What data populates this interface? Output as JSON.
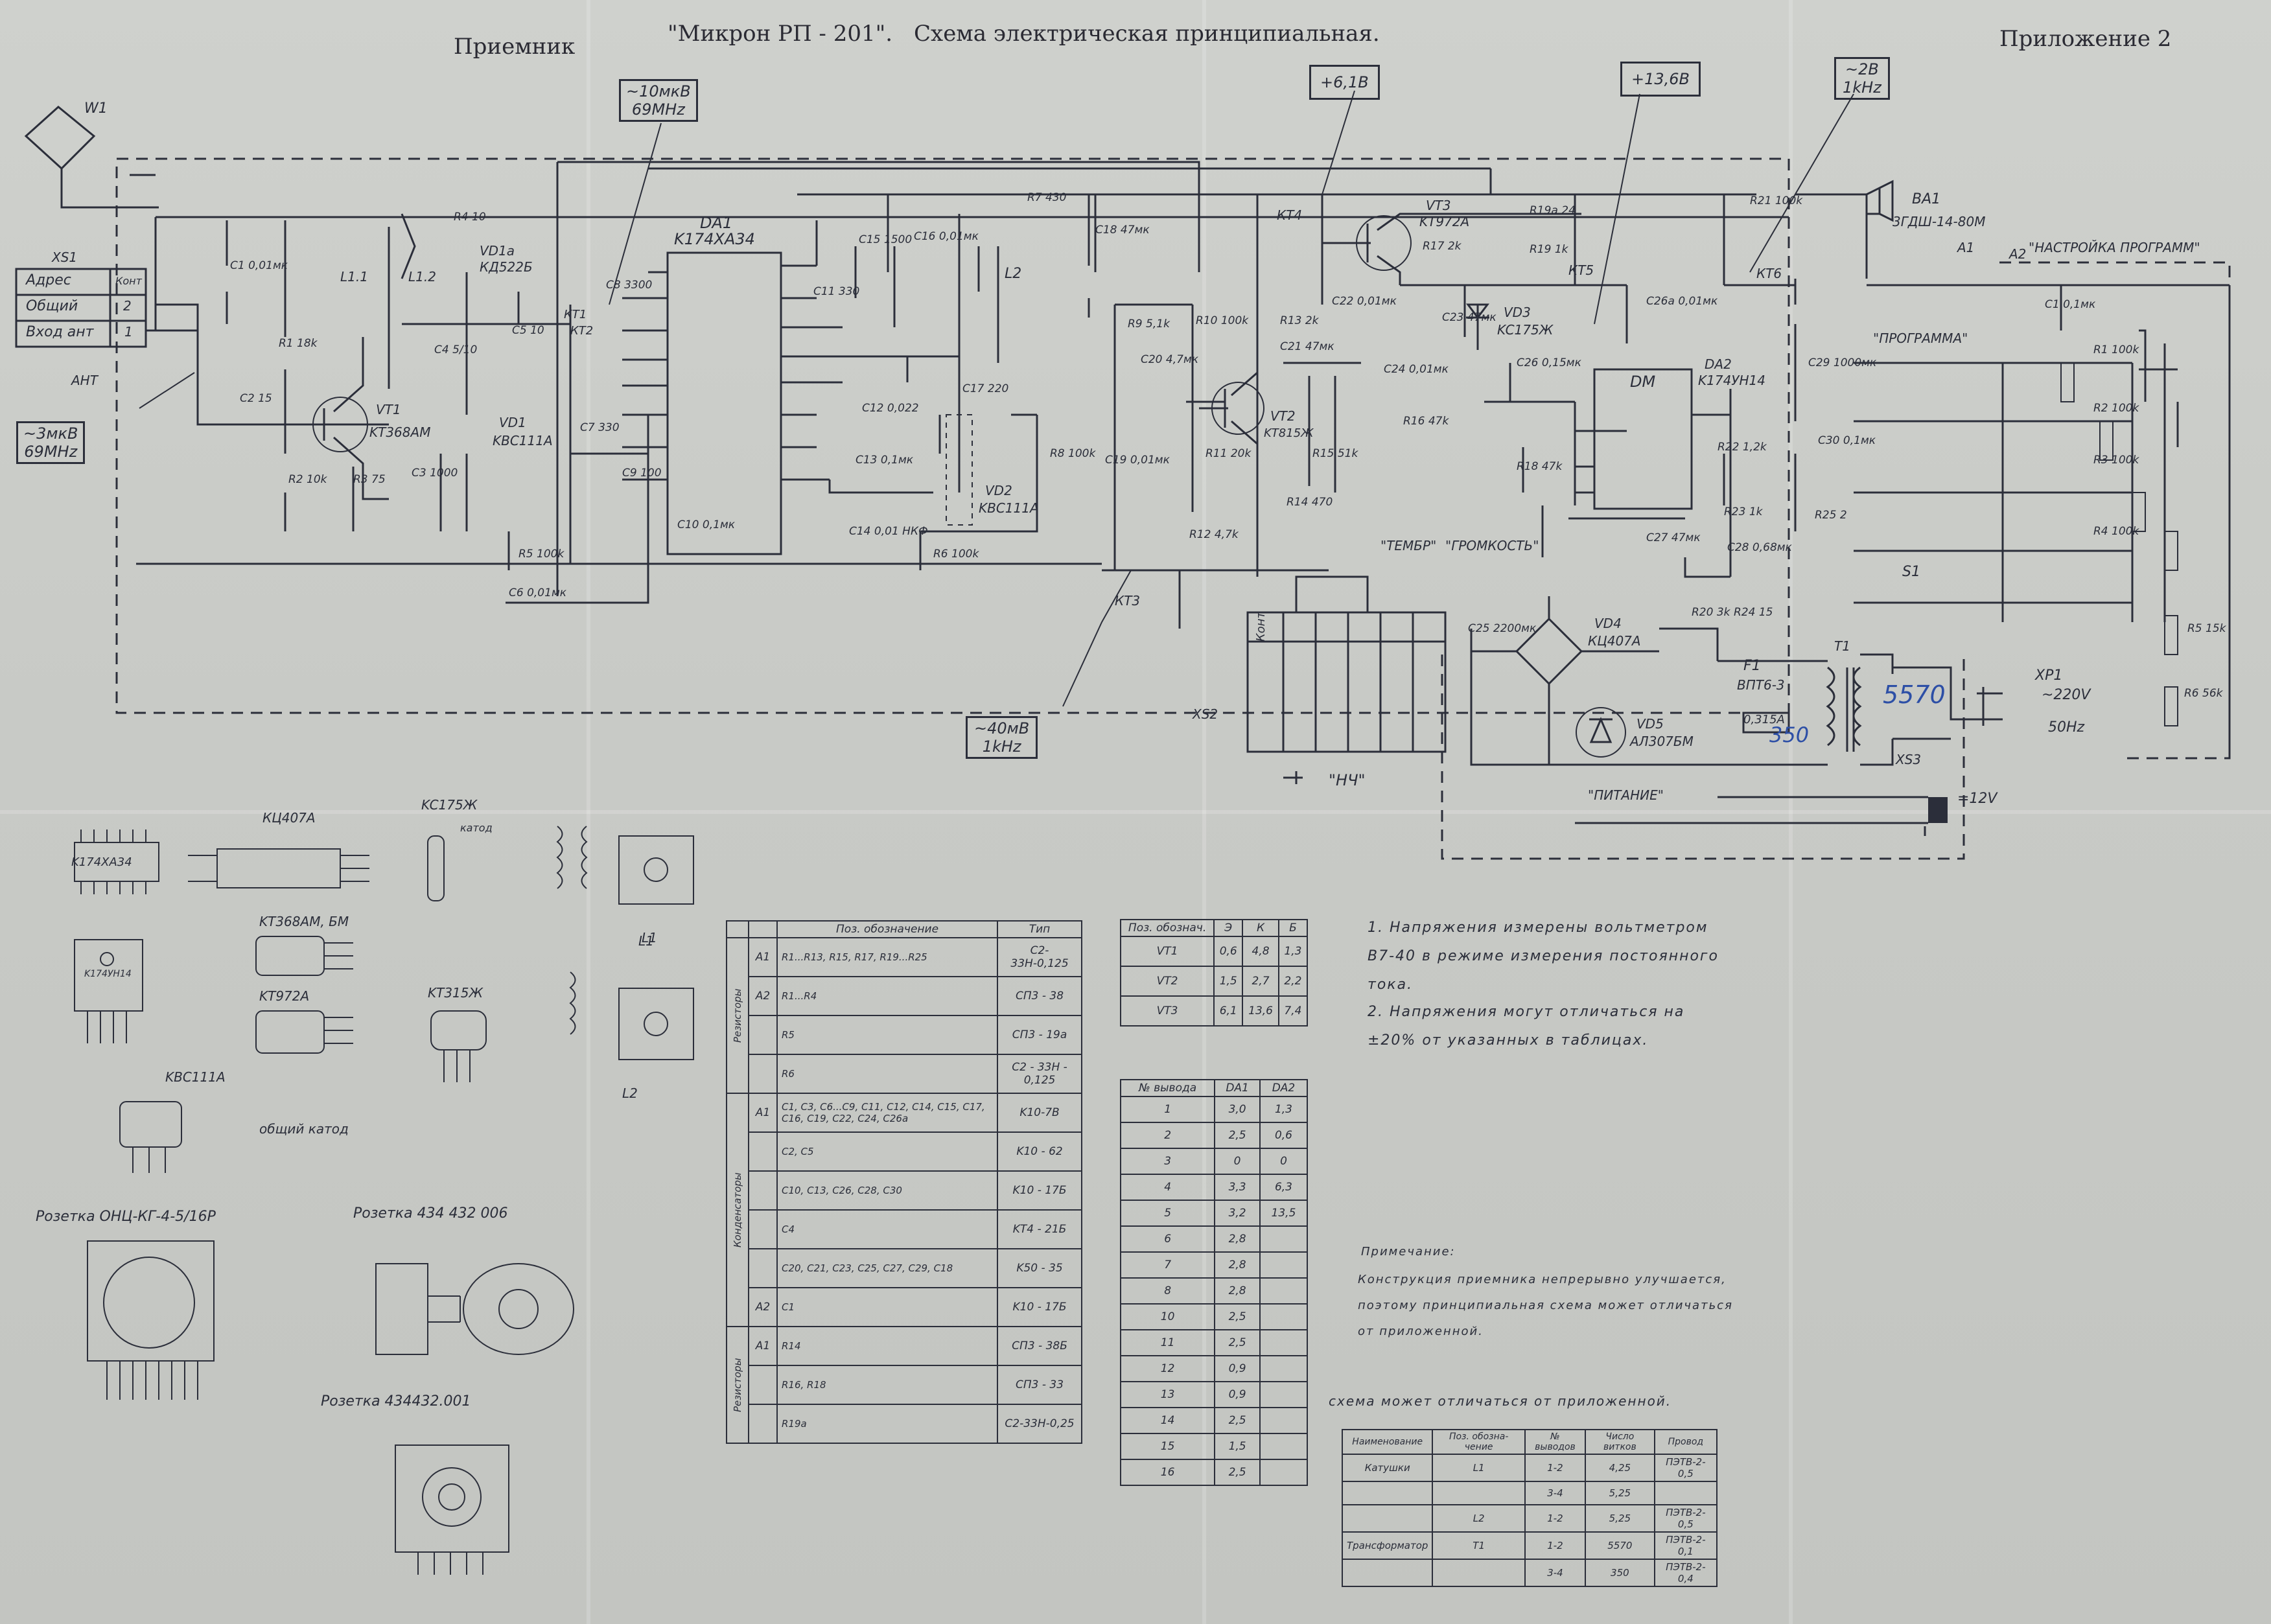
{
  "header": {
    "left": "Приемник",
    "title": "\"Микрон РП - 201\".",
    "subtitle": "Схема электрическая принципиальная.",
    "appendix": "Приложение 2"
  },
  "callouts": {
    "antenna_level": [
      "~10мкВ",
      "69MHz"
    ],
    "supply_61": "+6,1В",
    "supply_136": "+13,6В",
    "speaker_level": [
      "~2В",
      "1kHz"
    ],
    "input_level": [
      "~3мкВ",
      "69MHz"
    ],
    "af_level": [
      "~40мВ",
      "1kHz"
    ]
  },
  "components": {
    "antenna": "W1",
    "connector": "XS1",
    "connector_rows": [
      [
        "Адрес",
        "Конт"
      ],
      [
        "Общий",
        "2"
      ],
      [
        "Вход ант",
        "1"
      ]
    ],
    "antenna_label": "АНТ",
    "ics": [
      "DA1",
      "K174XA34",
      "DA2",
      "K174УН14",
      "DM"
    ],
    "transistors": [
      "VT1",
      "KT368AM",
      "VT2",
      "KT815Ж",
      "VT3",
      "KT972A"
    ],
    "diodes": [
      "VD1a",
      "КД522Б",
      "VD1",
      "KBC111A",
      "VD2",
      "KBC111A",
      "VD3",
      "KC175Ж",
      "VD4",
      "КЦ407А",
      "VD5",
      "АЛ307БМ"
    ],
    "misc": [
      "XS2",
      "XP1",
      "XS3",
      "T1",
      "F1",
      "ВПТ6-3",
      "0,315А",
      "BA1",
      "3ГДШ-14-80М",
      "A1",
      "A2",
      "S1",
      "L1",
      "L2",
      "L1.1",
      "L1.2"
    ],
    "testpoints": [
      "КТ1",
      "КТ2",
      "КТ3",
      "КТ4",
      "КТ5",
      "КТ6"
    ],
    "mains": [
      "~220V",
      "50Hz"
    ],
    "ext12": "=12V",
    "quoted": [
      "\"ТЕМБР\"",
      "\"ГРОМКОСТЬ\"",
      "\"ПИТАНИЕ\"",
      "\"НЧ\"",
      "\"НАСТРОЙКА ПРОГРАММ\"",
      "\"ПРОГРАММА\""
    ],
    "handwritten": [
      "5570",
      "350"
    ],
    "resistors": [
      "R1 18k",
      "R2 10k",
      "R3 75",
      "R4 10",
      "R5 100k",
      "R6 100k",
      "R7 430",
      "R8 100k",
      "R9 5,1k",
      "R10 100k",
      "R11 20k",
      "R12 4,7k",
      "R13 2k",
      "R14 470",
      "R15 51k",
      "R16 47k",
      "R17 2k",
      "R18 47k",
      "R19 1k",
      "R19a 24",
      "R20 3k",
      "R21 100k",
      "R22 1,2k",
      "R23 1k",
      "R24 15",
      "R25 2"
    ],
    "capacitors": [
      "C1 0,01мк",
      "C2 15",
      "C3 1000",
      "C4 5/10",
      "C5 10",
      "C6 0,01мк",
      "C7 330",
      "C8 3300",
      "C9 100",
      "C10 0,1мк",
      "C11 330",
      "C12 0,022",
      "C13 0,1мк",
      "C14 0,01 НКФ",
      "C15 1500",
      "C16 0,01мк",
      "C17 220",
      "C18 47мк",
      "C19 0,01мк",
      "C20 4,7мк",
      "C21 47мк",
      "C22 0,01мк",
      "C23 47мк",
      "C24 0,01мк",
      "C25 2200мк",
      "C26 0,15мк",
      "C26a 0,01мк",
      "C27 47мк",
      "C28 0,68мк",
      "C29 1000мк",
      "C30 0,1мк"
    ],
    "a2_parts": [
      "C1 0,1мк",
      "R1 100k",
      "R2 100k",
      "R3 100k",
      "R4 100k",
      "R5 15k",
      "R6 56k"
    ]
  },
  "pinouts": {
    "items": [
      "K174XA34",
      "КЦ407А",
      "KC175Ж",
      "катод",
      "KT368AM, БМ",
      "KT972A",
      "KT315Ж",
      "K174УН14",
      "KBC111A",
      "общий катод",
      "L1",
      "L2"
    ],
    "sockets": [
      "Розетка ОНЦ-КГ-4-5/16Р",
      "Розетка 434 432 006",
      "Розетка 434432.001"
    ]
  },
  "parts_table": {
    "headers": [
      "Поз. обозначение",
      "Тип"
    ],
    "groups": [
      {
        "name": "Резисторы",
        "rows": [
          [
            "A1",
            "R1...R13, R15, R17, R19...R25",
            "C2-33Н-0,125"
          ],
          [
            "A2",
            "R1...R4",
            "СП3 - 38"
          ],
          [
            "",
            "R5",
            "СП3 - 19а"
          ],
          [
            "",
            "R6",
            "C2 - 33Н - 0,125"
          ]
        ]
      },
      {
        "name": "Конденсаторы",
        "rows": [
          [
            "A1",
            "C1, C3, C6...C9, C11, C12, C14, C15, C17, C16, C19, C22, C24, C26a",
            "K10-7В"
          ],
          [
            "",
            "C2, C5",
            "K10 - 62"
          ],
          [
            "",
            "C10, C13, C26, C28, C30",
            "K10 - 17Б"
          ],
          [
            "",
            "C4",
            "KT4 - 21Б"
          ],
          [
            "",
            "C20, C21, C23, C25, C27, C29, C18",
            "K50 - 35"
          ],
          [
            "A2",
            "C1",
            "K10 - 17Б"
          ]
        ]
      },
      {
        "name": "Резисторы",
        "rows": [
          [
            "A1",
            "R14",
            "СП3 - 38Б"
          ],
          [
            "",
            "R16, R18",
            "СП3 - 33"
          ],
          [
            "",
            "R19a",
            "C2-33Н-0,25"
          ]
        ]
      }
    ]
  },
  "transistor_table": {
    "headers": [
      "Поз. обознач.",
      "Э",
      "К",
      "Б"
    ],
    "rows": [
      [
        "VT1",
        "0,6",
        "4,8",
        "1,3"
      ],
      [
        "VT2",
        "1,5",
        "2,7",
        "2,2"
      ],
      [
        "VT3",
        "6,1",
        "13,6",
        "7,4"
      ]
    ]
  },
  "ic_table": {
    "headers": [
      "№ вывода",
      "DA1",
      "DA2"
    ],
    "rows": [
      [
        "1",
        "3,0",
        "1,3"
      ],
      [
        "2",
        "2,5",
        "0,6"
      ],
      [
        "3",
        "0",
        "0"
      ],
      [
        "4",
        "3,3",
        "6,3"
      ],
      [
        "5",
        "3,2",
        "13,5"
      ],
      [
        "6",
        "2,8",
        ""
      ],
      [
        "7",
        "2,8",
        ""
      ],
      [
        "8",
        "2,8",
        ""
      ],
      [
        "10",
        "2,5",
        ""
      ],
      [
        "11",
        "2,5",
        ""
      ],
      [
        "12",
        "0,9",
        ""
      ],
      [
        "13",
        "0,9",
        ""
      ],
      [
        "14",
        "2,5",
        ""
      ],
      [
        "15",
        "1,5",
        ""
      ],
      [
        "16",
        "2,5",
        ""
      ]
    ]
  },
  "notes": {
    "n1": "1. Напряжения измерены вольтметром В7-40 в режиме измерения постоянного тока.",
    "n2": "2. Напряжения могут отличаться на ±20% от указанных в таблицах.",
    "remark_title": "Примечание:",
    "remark": "Конструкция приемника непрерывно улучшается, поэтому принципиальная схема может отличаться от приложенной.",
    "remark_repeat": "схема может отличаться от приложенной."
  },
  "winding_table": {
    "headers": [
      "Наименование",
      "Поз. обозна- чение",
      "№ выводов",
      "Число витков",
      "Провод"
    ],
    "rows": [
      [
        "Катушки",
        "L1",
        "1-2",
        "4,25",
        "ПЭТВ-2-0,5"
      ],
      [
        "",
        "",
        "3-4",
        "5,25",
        ""
      ],
      [
        "",
        "L2",
        "1-2",
        "5,25",
        "ПЭТВ-2-0,5"
      ],
      [
        "Трансформатор",
        "T1",
        "1-2",
        "5570",
        "ПЭТВ-2-0,1"
      ],
      [
        "",
        "",
        "3-4",
        "350",
        "ПЭТВ-2-0,4"
      ]
    ]
  }
}
